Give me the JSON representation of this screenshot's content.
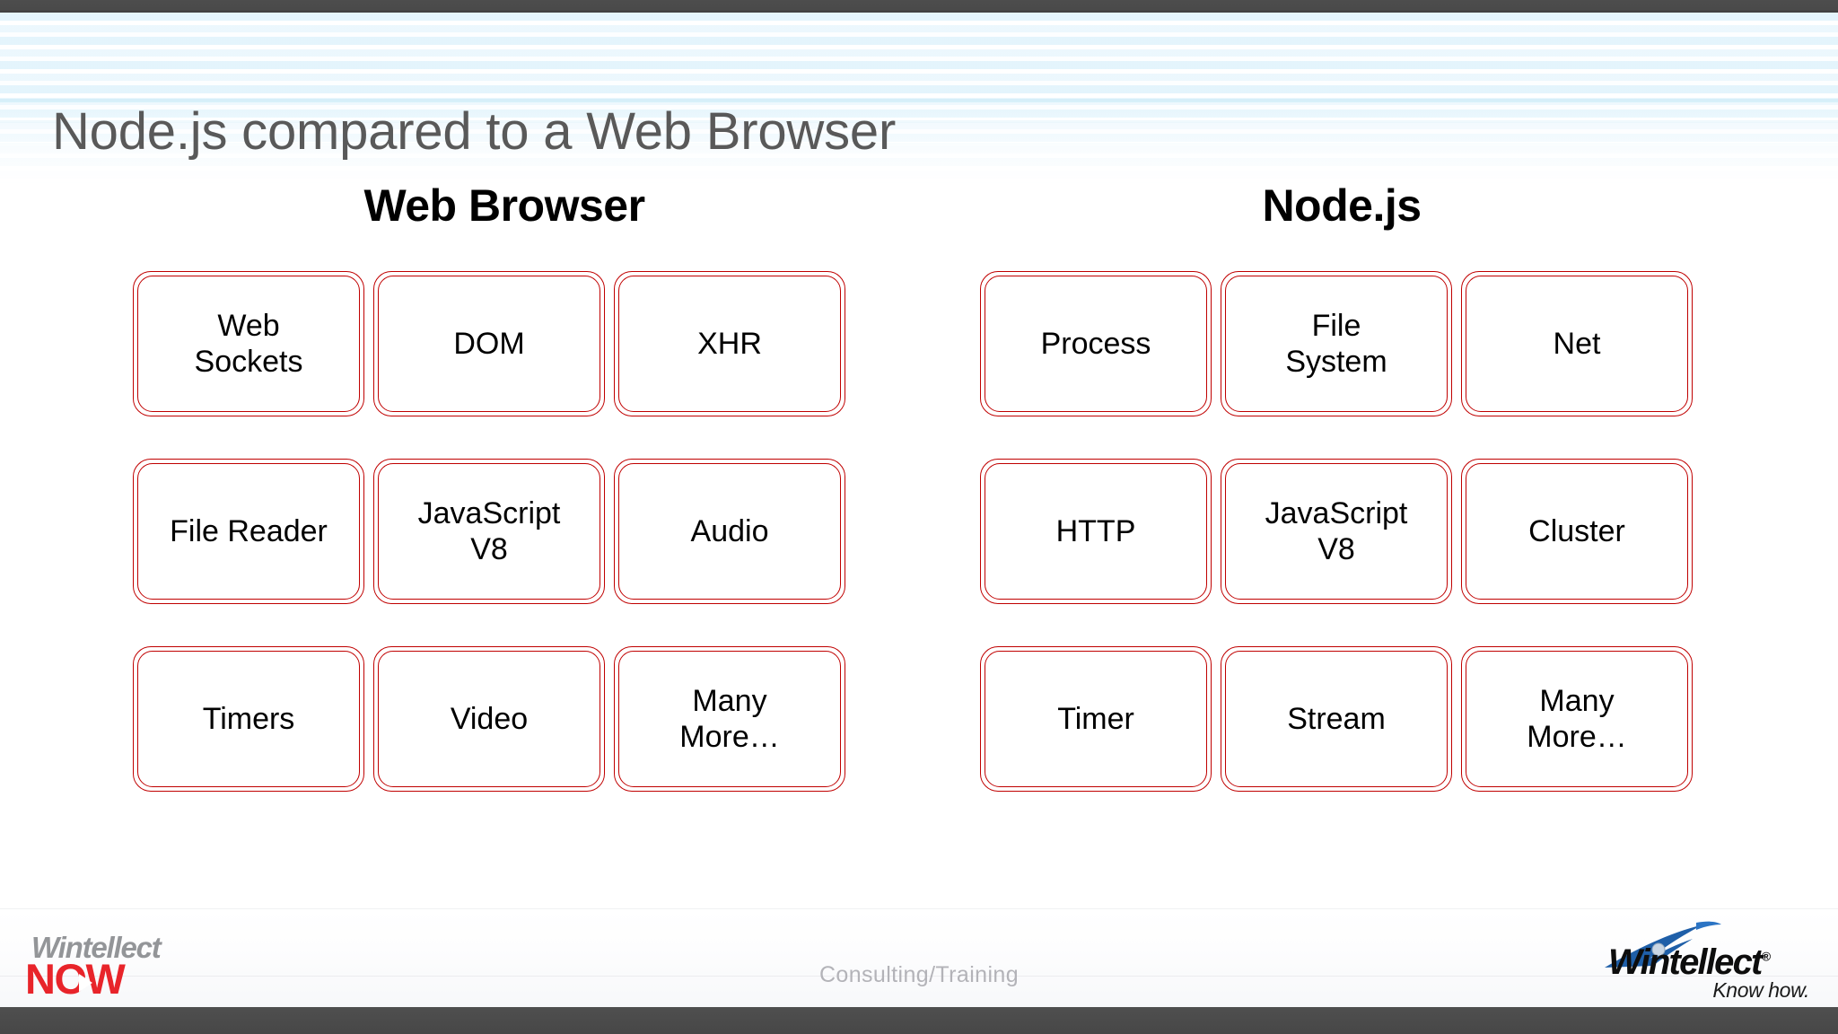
{
  "slide": {
    "title": "Node.js compared to a Web Browser",
    "title_color": "#595959",
    "accent_color": "#c00000",
    "band_color": "#e2f4fc",
    "chrome_color": "#4a4a4a"
  },
  "columns": [
    {
      "heading": "Web Browser",
      "cells": [
        "Web\nSockets",
        "DOM",
        "XHR",
        "File Reader",
        "JavaScript\nV8",
        "Audio",
        "Timers",
        "Video",
        "Many\nMore…"
      ]
    },
    {
      "heading": "Node.js",
      "cells": [
        "Process",
        "File\nSystem",
        "Net",
        "HTTP",
        "JavaScript\nV8",
        "Cluster",
        "Timer",
        "Stream",
        "Many\nMore…"
      ]
    }
  ],
  "footer": {
    "center_text": "Consulting/Training",
    "center_color": "#b3b3b8",
    "wintellect_now": {
      "top_word": "Wintellect",
      "bottom_word": "NOW",
      "top_color": "#939598",
      "bottom_color": "#e8242a"
    },
    "wintellect": {
      "word": "Wintellect",
      "registered_mark": "®",
      "tagline": "Know how.",
      "swoosh_color": "#1f5fa8",
      "word_color": "#0d0d0d"
    }
  }
}
